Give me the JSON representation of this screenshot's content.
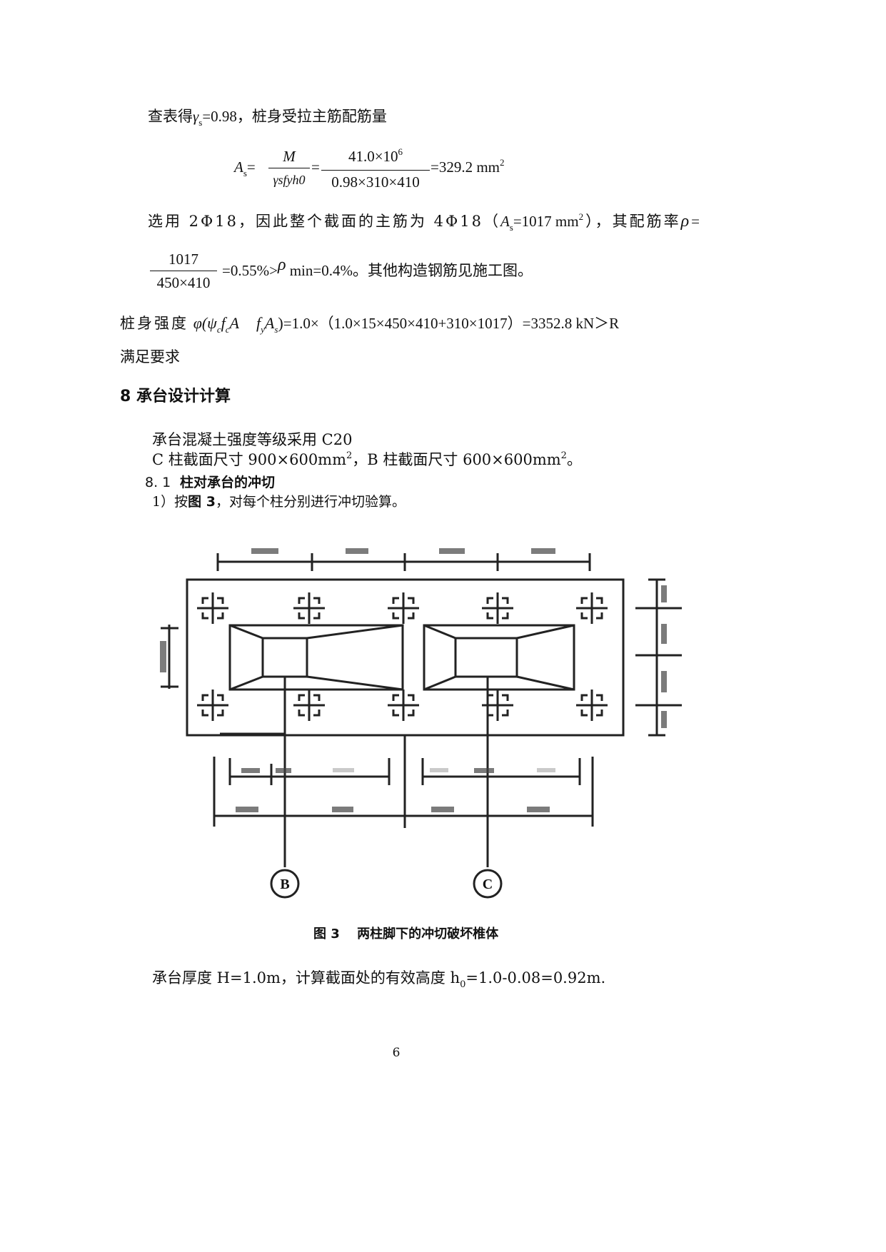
{
  "paragraph1": {
    "lead": "查表得",
    "gamma_s": "γ",
    "gamma_sub": "s",
    "tail": "=0.98，桩身受拉主筋配筋量"
  },
  "formula1": {
    "lhs": "A",
    "lhs_sub": "s",
    "eq": "=",
    "frac1_num": "M",
    "frac1_den": "γsfyh0",
    "frac2_num": "41.0×10",
    "frac2_num_sup": "6",
    "frac2_den": "0.98×310×410",
    "result": "=329.2 mm",
    "result_sup": "2"
  },
  "paragraph2": {
    "text_a": "选用 2Φ18，因此整个截面的主筋为 4Φ18（",
    "as_label": "A",
    "as_sub": "s",
    "text_b": "=1017 mm",
    "text_b_sup": "2",
    "text_c": "），其配筋率",
    "rho": "ρ",
    "text_d": "="
  },
  "ratio": {
    "num": "1017",
    "den": "450×410",
    "text_a": "=0.55%>",
    "rho": "ρ",
    "text_b": " min=0.4%。其他构造钢筋见施工图。"
  },
  "strength": {
    "lead": "桩身强度",
    "phi_expr": "φ(ψ",
    "c1": "c",
    "f": "f",
    "c2": "c",
    "A": "A",
    "gap": "  ",
    "fy": "f",
    "y": "y",
    "As": "A",
    "s": "s",
    "close": ")",
    "rest": "=1.0×（1.0×15×450×410+310×1017）=3352.8 kN＞R"
  },
  "satisfy": "满足要求",
  "section8": {
    "title": "8 承台设计计算"
  },
  "cap_text1": "承台混凝土强度等级采用 C20",
  "cap_text2": {
    "a": "C 柱截面尺寸 900×600mm",
    "sup1": "2",
    "b": "，B 柱截面尺寸 600×600mm",
    "sup2": "2",
    "c": "。"
  },
  "subsection": {
    "number": "8. 1",
    "title": "柱对承台的冲切"
  },
  "step1": {
    "a": "1）按",
    "b": "图 3",
    "c": "，对每个柱分别进行冲切验算。"
  },
  "figure": {
    "axis_b": "B",
    "axis_c": "C",
    "caption_num": "图 3",
    "caption_text": "两柱脚下的冲切破坏椎体"
  },
  "thickness": {
    "a": "承台厚度 H=1.0m，计算截面处的有效高度 h",
    "sub": "0",
    "b": "=1.0-0.08=0.92m."
  },
  "page_number": "6"
}
